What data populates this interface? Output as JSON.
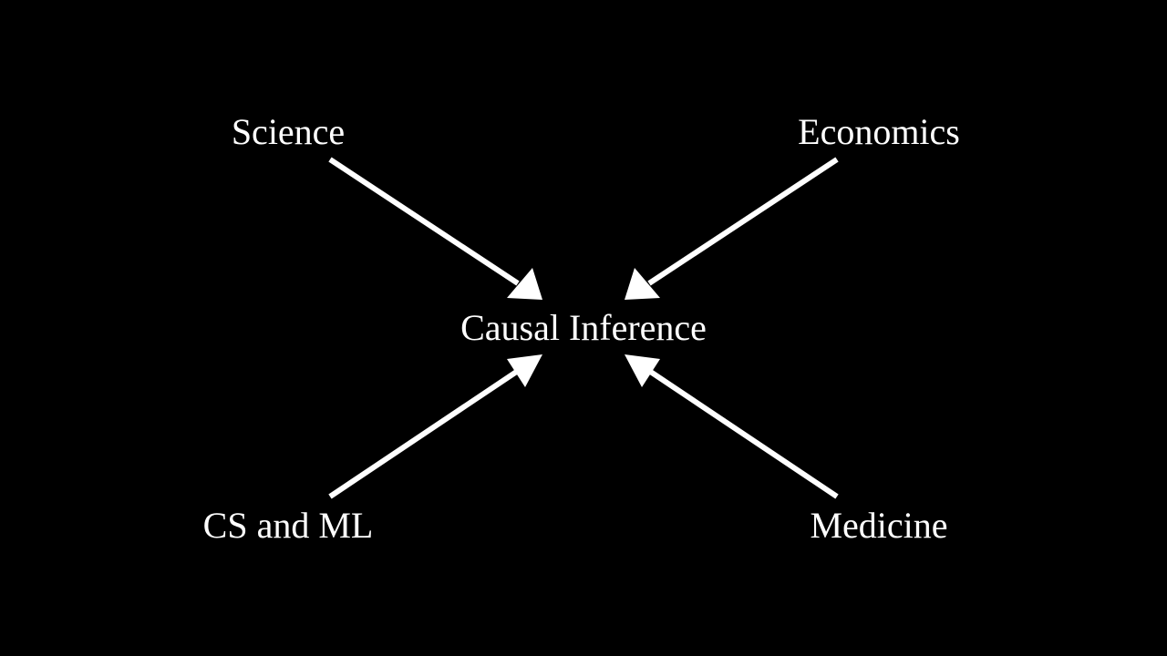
{
  "colors": {
    "background": "#000000",
    "foreground": "#ffffff"
  },
  "diagram": {
    "center": {
      "label": "Causal Inference"
    },
    "sources": [
      {
        "id": "science",
        "label": "Science"
      },
      {
        "id": "economics",
        "label": "Economics"
      },
      {
        "id": "cs-ml",
        "label": "CS and ML"
      },
      {
        "id": "medicine",
        "label": "Medicine"
      }
    ],
    "edges": [
      {
        "from": "science",
        "to": "center"
      },
      {
        "from": "economics",
        "to": "center"
      },
      {
        "from": "cs-ml",
        "to": "center"
      },
      {
        "from": "medicine",
        "to": "center"
      }
    ]
  }
}
